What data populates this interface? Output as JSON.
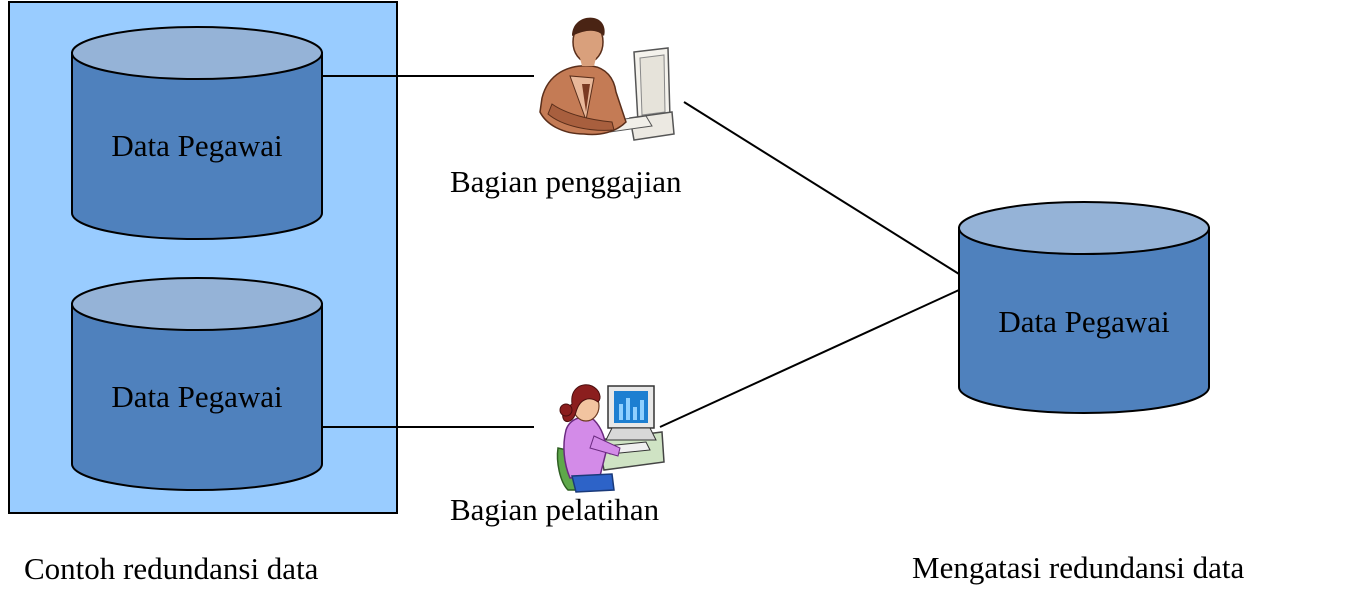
{
  "redundant_example": {
    "databases": [
      {
        "label": "Data Pegawai"
      },
      {
        "label": "Data Pegawai"
      }
    ],
    "caption": "Contoh redundansi data"
  },
  "departments": {
    "payroll": {
      "label": "Bagian penggajian",
      "icon": "man-at-computer-icon"
    },
    "training": {
      "label": "Bagian pelatihan",
      "icon": "woman-at-computer-icon"
    }
  },
  "solution": {
    "database": {
      "label": "Data Pegawai"
    },
    "caption": "Mengatasi redundansi data"
  },
  "colors": {
    "panel_fill": "#99ccff",
    "cylinder_body": "#4f81bd",
    "cylinder_top": "#95b3d7",
    "cylinder_outline": "#000000",
    "connector": "#000000"
  }
}
